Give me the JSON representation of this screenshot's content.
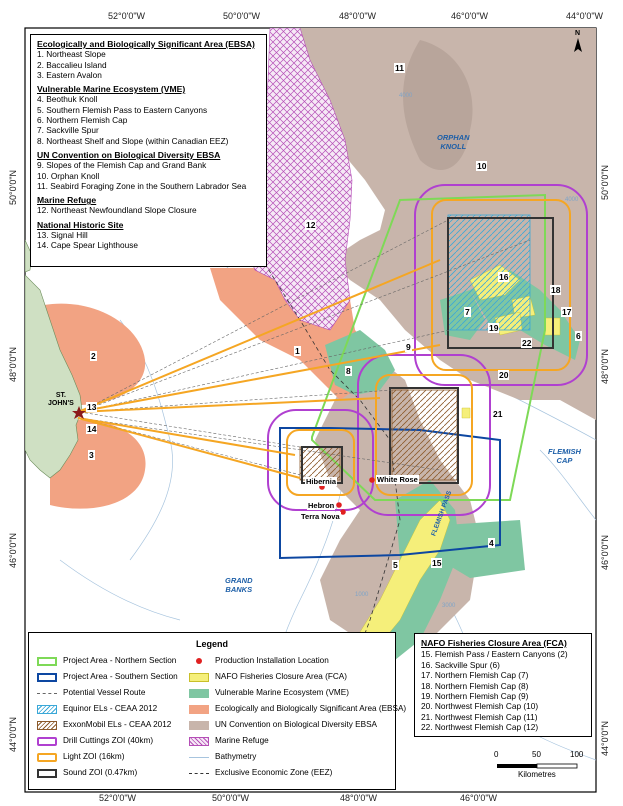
{
  "top_coords": [
    "52°0'0\"W",
    "50°0'0\"W",
    "48°0'0\"W",
    "46°0'0\"W",
    "44°0'0\"W"
  ],
  "bottom_coords": [
    "52°0'0\"W",
    "50°0'0\"W",
    "48°0'0\"W",
    "46°0'0\"W"
  ],
  "left_coords": [
    "50°0'0\"N",
    "48°0'0\"N",
    "46°0'0\"N",
    "44°0'0\"N"
  ],
  "right_coords": [
    "50°0'0\"N",
    "48°0'0\"N",
    "46°0'0\"N",
    "44°0'0\"N"
  ],
  "north_arrow": "N",
  "ebsa_box": {
    "h1": "Ecologically and Biologically Significant Area (EBSA)",
    "i1": "1. Northeast Slope",
    "i2": "2. Baccalieu Island",
    "i3": "3. Eastern Avalon",
    "h2": "Vulnerable Marine Ecosystem (VME)",
    "i4": "4. Beothuk Knoll",
    "i5": "5. Southern Flemish Pass to Eastern Canyons",
    "i6": "6. Northern Flemish Cap",
    "i7": "7. Sackville Spur",
    "i8": "8. Northeast Shelf and Slope (within Canadian EEZ)",
    "h3": "UN Convention on Biological Diversity EBSA",
    "i9": "9. Slopes of the Flemish Cap and Grand Bank",
    "i10": "10. Orphan Knoll",
    "i11": "11. Seabird Foraging Zone in the Southern Labrador Sea",
    "h4": "Marine Refuge",
    "i12": "12. Northeast Newfoundland Slope Closure",
    "h5": "National Historic Site",
    "i13": "13. Signal Hill",
    "i14": "14. Cape Spear Lighthouse"
  },
  "legend": {
    "title": "Legend",
    "l1": "Project Area - Northern Section",
    "l2": "Project Area - Southern Section",
    "l3": "Potential Vessel Route",
    "l4": "Equinor ELs - CEAA 2012",
    "l5": "ExxonMobil ELs - CEAA 2012",
    "l6": "Drill Cuttings ZOI (40km)",
    "l7": "Light ZOI (16km)",
    "l8": "Sound ZOI (0.47km)",
    "r1": "Production Installation Location",
    "r2": "NAFO Fisheries Closure Area (FCA)",
    "r3": "Vulnerable Marine Ecosystem (VME)",
    "r4": "Ecologically and Biologically Significant Area (EBSA)",
    "r5": "UN Convention on Biological Diversity EBSA",
    "r6": "Marine Refuge",
    "r7": "Bathymetry",
    "r8": "Exclusive Economic Zone (EEZ)"
  },
  "nafo_box": {
    "h": "NAFO Fisheries Closure Area (FCA)",
    "i15": "15. Flemish Pass / Eastern Canyons (2)",
    "i16": "16. Sackville Spur (6)",
    "i17": "17. Northern Flemish Cap (7)",
    "i18": "18. Northern Flemish Cap (8)",
    "i19": "19. Northern Flemish Cap (9)",
    "i20": "20. Northwest Flemish Cap (10)",
    "i21": "21. Northwest Flemish Cap (11)",
    "i22": "22. Northwest Flemish Cap (12)"
  },
  "scale": {
    "t0": "0",
    "t1": "50",
    "t2": "100",
    "unit": "Kilometres"
  },
  "labels": {
    "orphan": "ORPHAN\nKNOLL",
    "flemish_cap": "FLEMISH\nCAP",
    "grand_banks": "GRAND\nBANKS",
    "flemish_pass": "FLEMISH PASS",
    "st_johns": "ST.\nJOHN'S",
    "hibernia": "Hibernia",
    "white_rose": "White Rose",
    "hebron": "Hebron",
    "terra_nova": "Terra Nova",
    "n1": "1",
    "n2": "2",
    "n3": "3",
    "n4": "4",
    "n5": "5",
    "n6": "6",
    "n7": "7",
    "n8": "8",
    "n9": "9",
    "n10": "10",
    "n11": "11",
    "n12": "12",
    "n13": "13",
    "n14": "14",
    "n15": "15",
    "n16": "16",
    "n17": "17",
    "n18": "18",
    "n19": "19",
    "n20": "20",
    "n21": "21",
    "n22": "22",
    "b4000a": "4000",
    "b4000b": "4000",
    "b3000": "3000",
    "b1000": "1000"
  },
  "colors": {
    "ocean": "#ffffff",
    "land": "#cfe0c3",
    "ebsa": "#f2a383",
    "un_ebsa": "#c8b5ab",
    "vme": "#7fc6a2",
    "fca": "#f5ef7a",
    "marine_refuge": "#d9b4dd",
    "project_north": "#7ed957",
    "project_south": "#0d47a1",
    "drill_zoi": "#b040d0",
    "light_zoi": "#f5a623",
    "sound_zoi": "#333333",
    "equinor": "#3aa8d8",
    "exxon": "#8b5a2b",
    "production": "#e02020",
    "bathymetry": "#a7c4de"
  }
}
